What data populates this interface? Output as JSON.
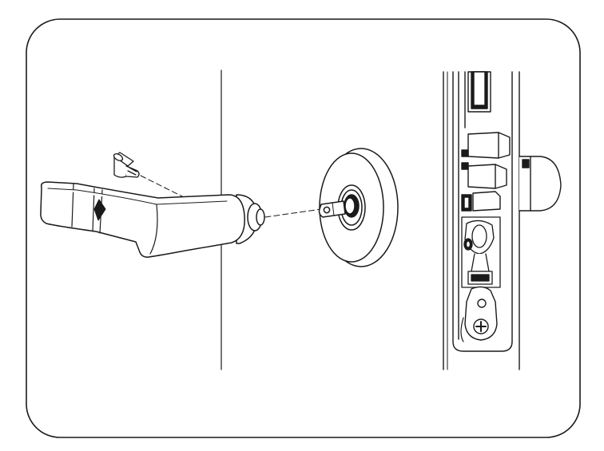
{
  "diagram": {
    "stroke_color": "#1a1a1a",
    "fill_color": "#ffffff",
    "panel_border_color": "#1a1a1a",
    "parts": [
      "lever-handle",
      "set-screw",
      "spindle-rose",
      "door-edge-latch-mortise"
    ]
  }
}
